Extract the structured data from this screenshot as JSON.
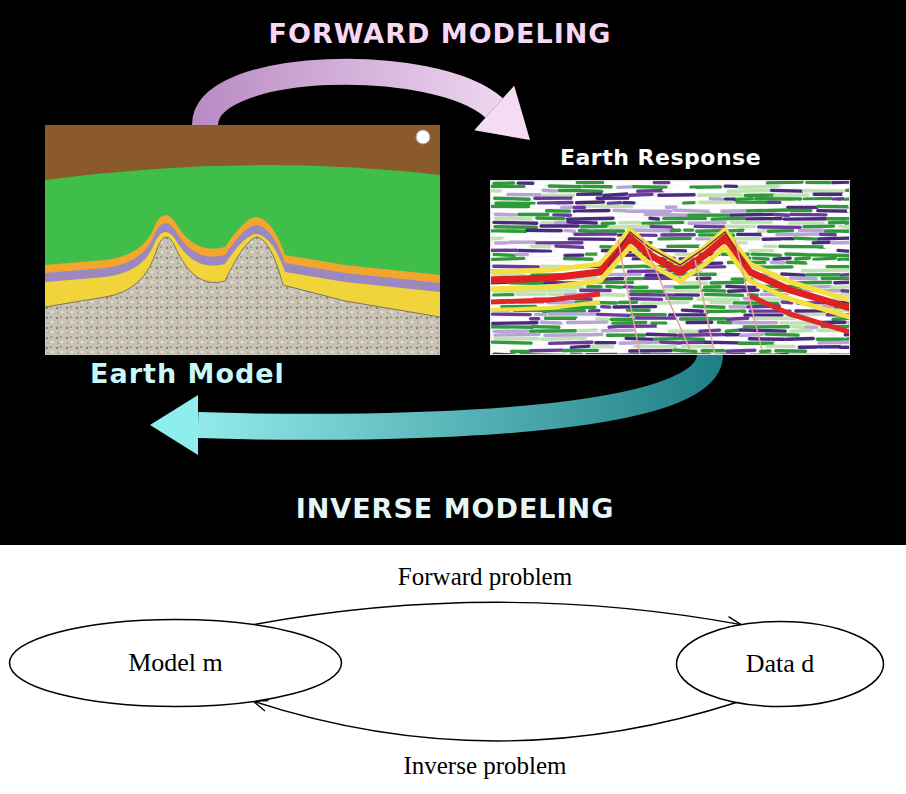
{
  "diagram": {
    "nodes": [
      {
        "text": [
          "Earth Model"
        ]
      },
      {
        "text": [
          "Earth Response"
        ]
      },
      {
        "text": [
          "Model m"
        ]
      },
      {
        "text": [
          "Data d"
        ]
      }
    ],
    "edges": [
      {
        "from": 0,
        "to": 1,
        "arrow": "to",
        "label": "FORWARD MODELING"
      },
      {
        "from": 1,
        "to": 0,
        "arrow": "to",
        "label": "INVERSE MODELING"
      },
      {
        "from": 2,
        "to": 3,
        "arrow": "to",
        "label": "Forward problem"
      },
      {
        "from": 3,
        "to": 2,
        "arrow": "to",
        "label": "Inverse problem"
      }
    ]
  }
}
